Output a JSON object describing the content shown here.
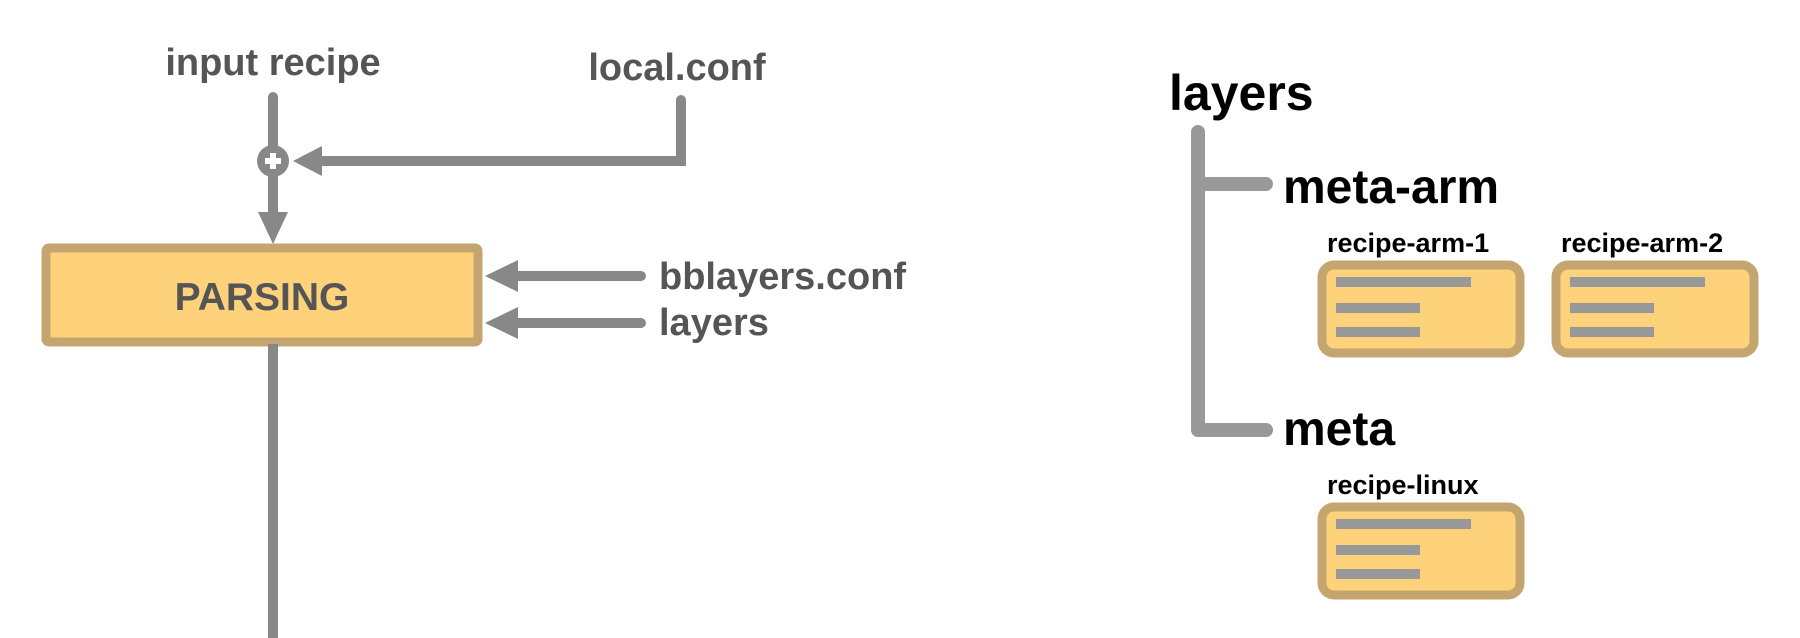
{
  "flow": {
    "input_recipe": "input recipe",
    "local_conf": "local.conf",
    "parsing": "PARSING",
    "bblayers_conf": "bblayers.conf",
    "layers": "layers"
  },
  "tree": {
    "root": "layers",
    "groups": [
      {
        "name": "meta-arm",
        "recipes": [
          "recipe-arm-1",
          "recipe-arm-2"
        ]
      },
      {
        "name": "meta",
        "recipes": [
          "recipe-linux"
        ]
      }
    ]
  },
  "colors": {
    "box_fill": "#FDD27A",
    "box_border": "#C4A56F",
    "line": "#888888"
  }
}
